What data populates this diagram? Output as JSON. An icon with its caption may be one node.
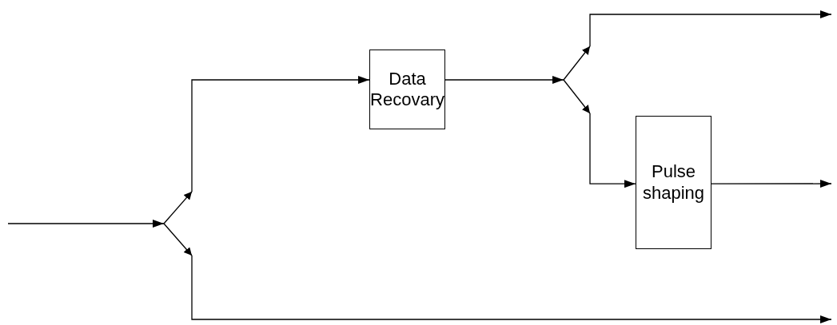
{
  "diagram": {
    "nodes": [
      {
        "text": [],
        "shape": "fork"
      },
      {
        "text": [
          "Data Recovary"
        ]
      },
      {
        "text": [],
        "shape": "fork"
      },
      {
        "text": [
          "Pulse shaping"
        ]
      }
    ],
    "edges": [
      {
        "from": null,
        "to": 0,
        "arrow": "to"
      },
      {
        "from": 0,
        "to": 1,
        "arrow": "to"
      },
      {
        "from": 0,
        "to": null,
        "arrow": "to"
      },
      {
        "from": 1,
        "to": 2,
        "arrow": "to"
      },
      {
        "from": 2,
        "to": null,
        "arrow": "to"
      },
      {
        "from": 2,
        "to": 3,
        "arrow": "to"
      },
      {
        "from": 3,
        "to": null,
        "arrow": "to"
      }
    ]
  }
}
